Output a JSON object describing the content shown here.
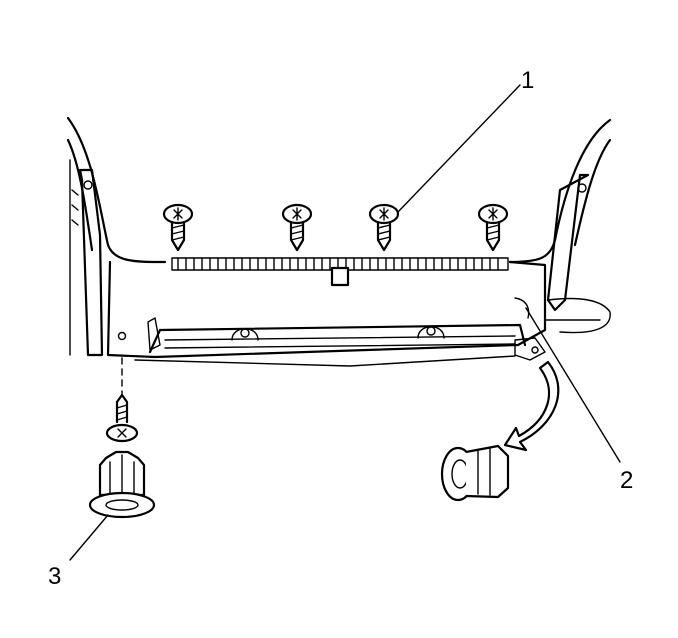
{
  "callouts": {
    "screws": {
      "label": "1"
    },
    "sill_plate": {
      "label": "2"
    },
    "push_retainer": {
      "label": "3"
    }
  },
  "colors": {
    "line": "#000000",
    "background": "#ffffff"
  }
}
